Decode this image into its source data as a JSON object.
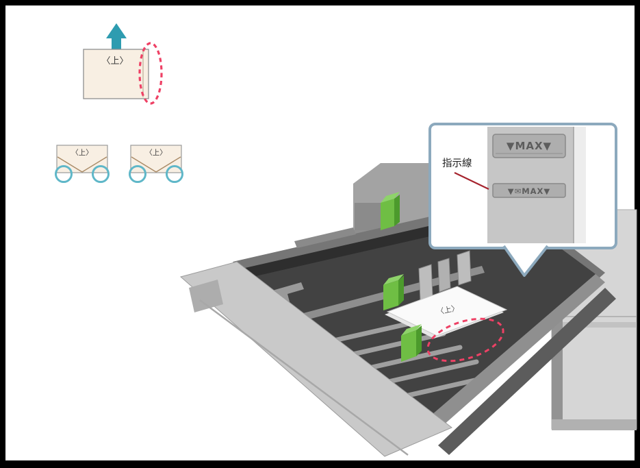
{
  "figure": {
    "orientation_diagram": {
      "envelope_label": "〈上〉",
      "arrow_direction": "up"
    },
    "flap_diagram": {
      "envelope1_label": "〈上〉",
      "envelope2_label": "〈上〉"
    },
    "tray": {
      "envelope_label": "〈上〉"
    },
    "callout": {
      "pointer_label": "指示線",
      "max_mark_top": "▼MAX▼",
      "max_mark_envelope": "▼✉MAX▼"
    }
  },
  "colors": {
    "arrow_teal": "#2E9CB0",
    "circle_teal": "#5FB7C8",
    "dashed_red": "#EE4165",
    "pointer_red": "#A6242E",
    "callout_border": "#8CA9BD",
    "guide_green": "#6FBE44",
    "envelope_cream": "#F8EFE3",
    "tray_dark": "#424242",
    "printer_gray": "#D6D6D6"
  }
}
